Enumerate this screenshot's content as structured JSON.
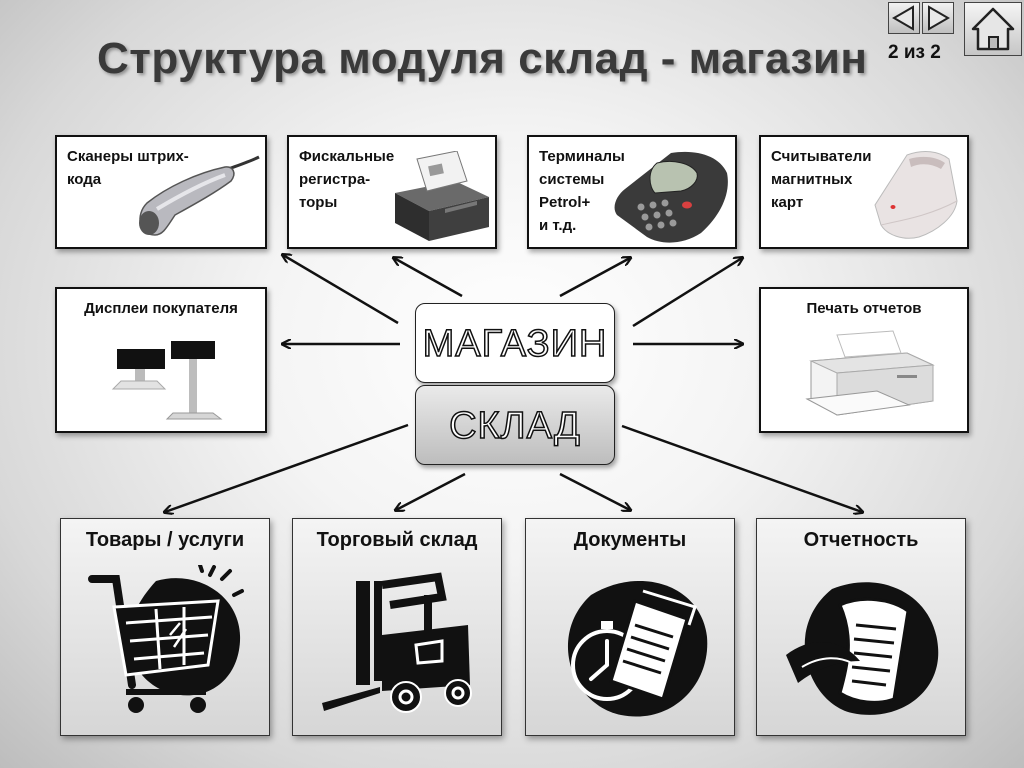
{
  "title": "Структура модуля склад - магазин",
  "counter": "2 из 2",
  "nav": {
    "prev_icon": "triangle-left-icon",
    "next_icon": "triangle-right-icon",
    "home_icon": "house-icon"
  },
  "center": {
    "magazin": "МАГАЗИН",
    "sklad": "СКЛАД"
  },
  "devices": {
    "scanners": "Сканеры штрих-\nкода",
    "fiscal": "Фискальные\nрегистра-\nторы",
    "terminals": "Терминалы\nсистемы\nPetrol+\nи т.д.",
    "card_readers": "Считыватели\nмагнитных\nкарт",
    "displays": "Дисплеи покупателя",
    "print": "Печать отчетов"
  },
  "modules": [
    {
      "label": "Товары / услуги",
      "icon": "shopping-cart-icon"
    },
    {
      "label": "Торговый склад",
      "icon": "forklift-icon"
    },
    {
      "label": "Документы",
      "icon": "documents-clock-icon"
    },
    {
      "label": "Отчетность",
      "icon": "report-scroll-icon"
    }
  ]
}
